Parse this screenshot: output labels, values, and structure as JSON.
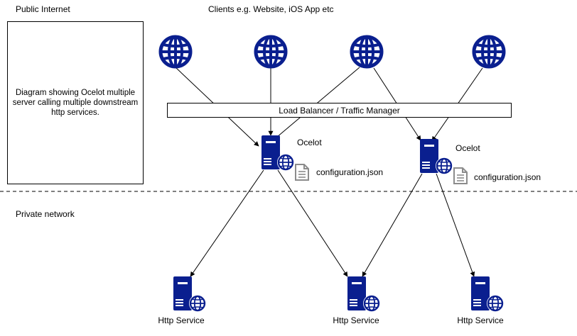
{
  "zones": {
    "public_label": "Public Internet",
    "private_label": "Private network"
  },
  "clients_label": "Clients e.g. Website, iOS App etc",
  "note": "Diagram showing Ocelot multiple server calling multiple downstream http services.",
  "load_balancer": "Load Balancer / Traffic Manager",
  "gateways": [
    {
      "label": "Ocelot",
      "config": "configuration.json"
    },
    {
      "label": "Ocelot",
      "config": "configuration.json"
    }
  ],
  "services": [
    {
      "label": "Http Service"
    },
    {
      "label": "Http Service"
    },
    {
      "label": "Http Service"
    }
  ],
  "colors": {
    "icon": "#0a1f8f",
    "document": "#8c8c8c",
    "line": "#000000"
  },
  "icons": {
    "client": "globe-icon",
    "gateway": "server-globe-icon",
    "service": "server-globe-icon",
    "config": "document-icon"
  }
}
